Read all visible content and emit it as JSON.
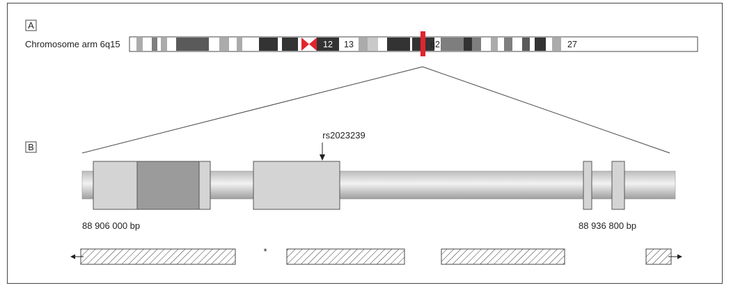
{
  "panel_a": {
    "label": "A",
    "chromosome_label": "Chromosome arm 6q15",
    "bands": [
      {
        "name": "",
        "shade": "white"
      },
      {
        "name": "",
        "shade": "light"
      },
      {
        "name": "",
        "shade": "white"
      },
      {
        "name": "",
        "shade": "medium"
      },
      {
        "name": "",
        "shade": "white"
      },
      {
        "name": "",
        "shade": "light"
      },
      {
        "name": "",
        "shade": "white"
      },
      {
        "name": "",
        "shade": "dark"
      },
      {
        "name": "",
        "shade": "white"
      },
      {
        "name": "",
        "shade": "light"
      },
      {
        "name": "",
        "shade": "white"
      },
      {
        "name": "",
        "shade": "light"
      },
      {
        "name": "",
        "shade": "white"
      },
      {
        "name": "",
        "shade": "black"
      },
      {
        "name": "",
        "shade": "white"
      },
      {
        "name": "",
        "shade": "black"
      },
      {
        "name": "",
        "shade": "white"
      },
      {
        "name": "centromere",
        "shade": "red"
      },
      {
        "name": "12",
        "shade": "black"
      },
      {
        "name": "13",
        "shade": "white"
      },
      {
        "name": "",
        "shade": "light"
      },
      {
        "name": "",
        "shade": "lighter"
      },
      {
        "name": "",
        "shade": "white"
      },
      {
        "name": "",
        "shade": "black"
      },
      {
        "name": "",
        "shade": "white"
      },
      {
        "name": "",
        "shade": "black"
      },
      {
        "name": "q21",
        "shade": "white"
      },
      {
        "name": "",
        "shade": "medium"
      },
      {
        "name": "",
        "shade": "black"
      },
      {
        "name": "",
        "shade": "medium"
      },
      {
        "name": "",
        "shade": "white"
      },
      {
        "name": "",
        "shade": "light"
      },
      {
        "name": "",
        "shade": "white"
      },
      {
        "name": "",
        "shade": "medium"
      },
      {
        "name": "",
        "shade": "white"
      },
      {
        "name": "",
        "shade": "dark"
      },
      {
        "name": "",
        "shade": "white"
      },
      {
        "name": "",
        "shade": "black"
      },
      {
        "name": "",
        "shade": "white"
      },
      {
        "name": "",
        "shade": "light"
      },
      {
        "name": "27",
        "shade": "white"
      }
    ],
    "marker_color": "#e2242e",
    "centromere_color": "#e2242e"
  },
  "panel_b": {
    "label": "B",
    "snp_label": "rs2023239",
    "start_label": "88 906 000 bp",
    "end_label": "88 936 800 bp",
    "asterisk": "*"
  },
  "colors": {
    "black": "#333333",
    "dark": "#5a5a5a",
    "medium": "#7e7e7e",
    "light": "#ababab",
    "lighter": "#c9c9c9",
    "white": "#ffffff",
    "exon_fill": "#d4d4d4",
    "exon_dark": "#9b9b9b"
  }
}
